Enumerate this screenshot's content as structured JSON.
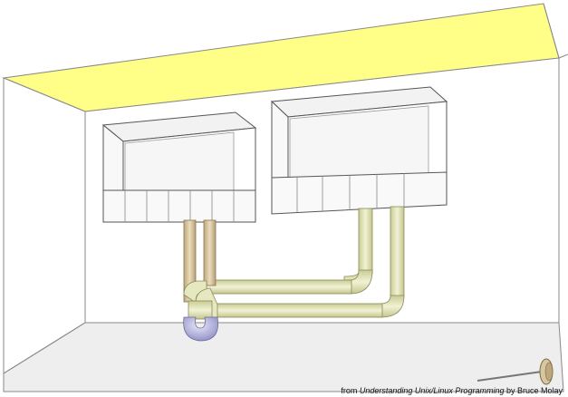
{
  "caption": {
    "prefix": "from ",
    "book": "Understanding Unix/Linux Programming",
    "suffix": " by Bruce Molay"
  },
  "colors": {
    "ceiling": "#ffff88",
    "pipe_left": "#d8c7a0",
    "pipe_right": "#e2e5b8",
    "trap": "#b9b9e6",
    "floor": "#eeeeee",
    "wall_line": "#666666"
  },
  "icons": {
    "plunger": "plunger-icon"
  }
}
